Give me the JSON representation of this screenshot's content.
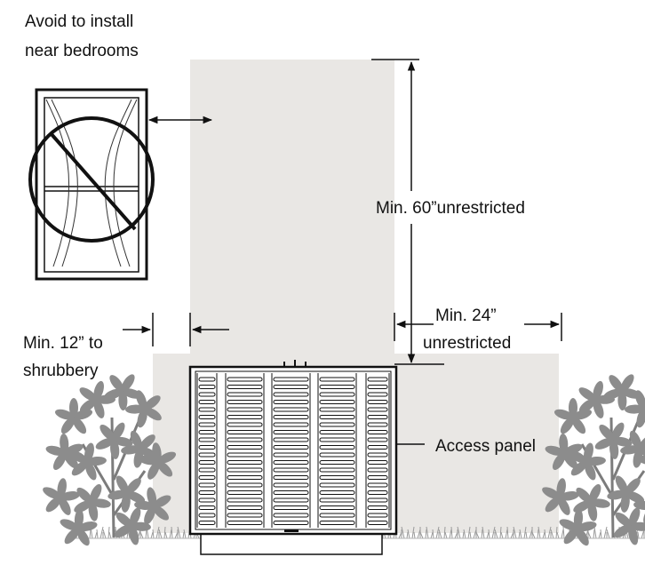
{
  "labels": {
    "avoid_line1": "Avoid to install",
    "avoid_line2": "near bedrooms",
    "min60": "Min. 60”unrestricted",
    "min24_line1": "Min. 24”",
    "min24_line2": "unrestricted",
    "min12_line1": "Min. 12” to",
    "min12_line2": "shrubbery",
    "access_panel": "Access panel"
  },
  "colors": {
    "clearance_zone": "#e9e7e4",
    "line": "#111111",
    "shrub": "#8c8c8c",
    "grass": "#9a9a9a"
  },
  "icons": [
    "bedroom-window-icon",
    "no-symbol-icon",
    "condenser-unit-icon",
    "shrub-icon",
    "grass-icon"
  ]
}
